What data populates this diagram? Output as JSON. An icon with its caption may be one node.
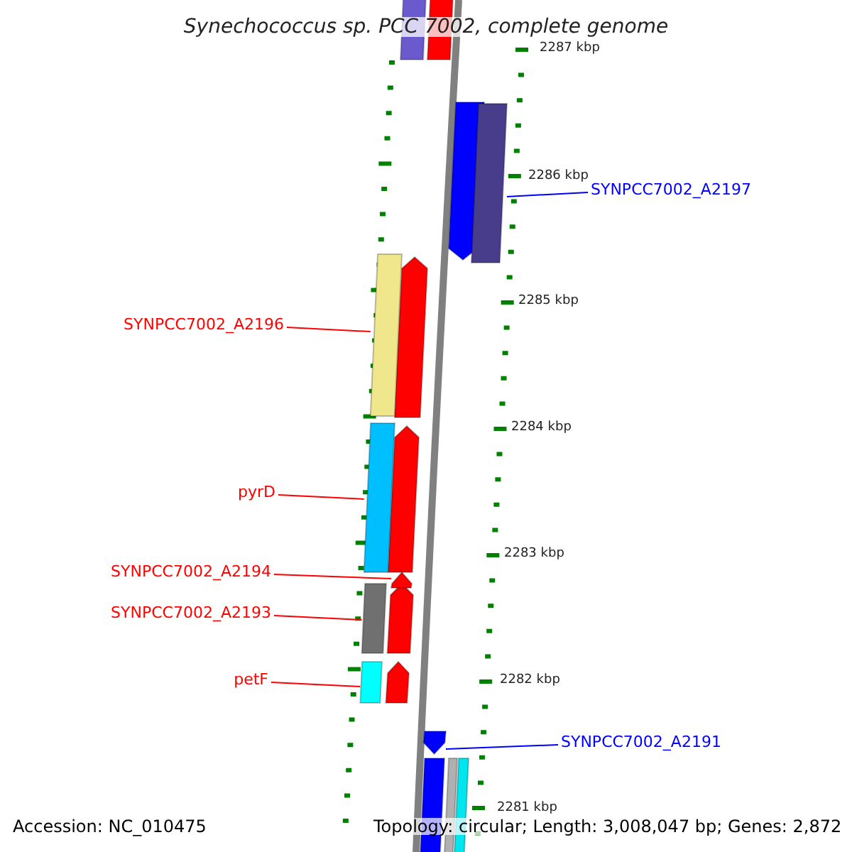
{
  "diagram": {
    "title": "Synechococcus sp. PCC 7002, complete genome",
    "nodes": [
      {
        "text": [
          "SYNPCC7002_A2197"
        ]
      },
      {
        "text": [],
        "shape": "bar"
      },
      {
        "text": [
          "SYNPCC7002_A2196"
        ]
      },
      {
        "text": [],
        "shape": "bar"
      },
      {
        "text": [
          "pyrD"
        ]
      },
      {
        "text": [],
        "shape": "bar"
      },
      {
        "text": [
          "SYNPCC7002_A2194"
        ]
      },
      {
        "text": [],
        "shape": "bar"
      },
      {
        "text": [
          "SYNPCC7002_A2193"
        ]
      },
      {
        "text": [],
        "shape": "bar"
      },
      {
        "text": [
          "petF"
        ]
      },
      {
        "text": [],
        "shape": "bar"
      },
      {
        "text": [
          "SYNPCC7002_A2191"
        ]
      },
      {
        "text": [],
        "shape": "bar"
      }
    ],
    "edges": [
      {
        "from": 0,
        "to": 1,
        "arrow": "none",
        "color": "#0000ff"
      },
      {
        "from": 2,
        "to": 3,
        "arrow": "none"
      },
      {
        "from": 4,
        "to": 5,
        "arrow": "none"
      },
      {
        "from": 6,
        "to": 7,
        "arrow": "none"
      },
      {
        "from": 8,
        "to": 9,
        "arrow": "none"
      },
      {
        "from": 10,
        "to": 11,
        "arrow": "none"
      },
      {
        "from": 12,
        "to": 13,
        "arrow": "none",
        "color": "#0000ff"
      }
    ],
    "labels": [
      "2287 kbp",
      "2286 kbp",
      "2285 kbp",
      "2284 kbp",
      "2283 kbp",
      "2282 kbp",
      "2281 kbp",
      "Accession: NC_010475",
      "Topology: circular; Length: 3,008,047 bp; Genes: 2,872"
    ]
  }
}
